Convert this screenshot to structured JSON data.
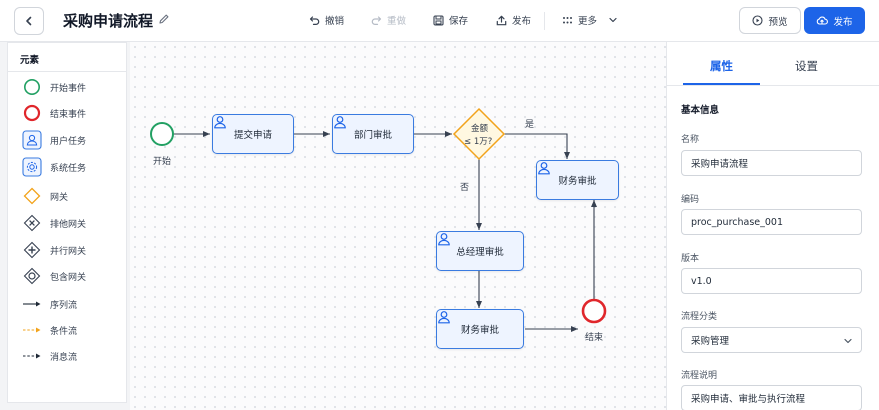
{
  "header": {
    "title": "采购申请流程",
    "undo": "撤销",
    "redo": "重做",
    "save": "保存",
    "export": "发布",
    "more": "更多",
    "preview": "预览",
    "publish": "发布"
  },
  "palette": {
    "title": "元素",
    "items": [
      {
        "label": "开始事件",
        "icon": "start-event-icon"
      },
      {
        "label": "结束事件",
        "icon": "end-event-icon"
      },
      {
        "label": "用户任务",
        "icon": "user-task-icon"
      },
      {
        "label": "系统任务",
        "icon": "system-task-icon"
      },
      {
        "label": "网关",
        "icon": "gateway-icon"
      },
      {
        "label": "排他网关",
        "icon": "exclusive-gateway-icon"
      },
      {
        "label": "并行网关",
        "icon": "parallel-gateway-icon"
      },
      {
        "label": "包含网关",
        "icon": "inclusive-gateway-icon"
      },
      {
        "label": "序列流",
        "icon": "sequence-flow-icon"
      },
      {
        "label": "条件流",
        "icon": "conditional-flow-icon"
      },
      {
        "label": "消息流",
        "icon": "message-flow-icon"
      }
    ]
  },
  "diagram": {
    "start_label": "开始",
    "end_label": "结束",
    "submit": "提交申请",
    "dept": "部门审批",
    "gateway_line1": "金额",
    "gateway_line2": "≤ 1万?",
    "finance_top": "财务审批",
    "gm": "总经理审批",
    "finance_bottom": "财务审批",
    "yes": "是",
    "no": "否"
  },
  "props": {
    "tab_props": "属性",
    "tab_settings": "设置",
    "section": "基本信息",
    "name_label": "名称",
    "name_value": "采购申请流程",
    "code_label": "编码",
    "code_value": "proc_purchase_001",
    "version_label": "版本",
    "version_value": "v1.0",
    "category_label": "流程分类",
    "category_value": "采购管理",
    "desc_label": "流程说明",
    "desc_value": "采购申请、审批与执行流程"
  },
  "colors": {
    "accent": "#1d64e8",
    "start": "#22a063",
    "end": "#e0262b",
    "gateway": "#f2a31b",
    "task_border": "#3a7be0",
    "task_fill": "#eef4ff"
  }
}
